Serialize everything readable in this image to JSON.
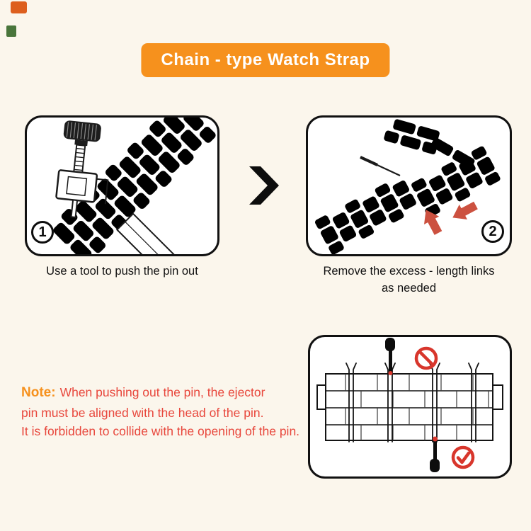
{
  "title": {
    "text": "Chain - type Watch Strap"
  },
  "steps": [
    {
      "badge": "1",
      "caption_lines": [
        "Use a tool to push the pin out"
      ]
    },
    {
      "badge": "2",
      "caption_lines": [
        "Remove the excess - length links",
        "as needed"
      ]
    }
  ],
  "note": {
    "label": "Note:",
    "line1": "When pushing out the pin, the ejector",
    "line2": "pin must be aligned with the head of the pin.",
    "line3": "It is forbidden to collide with the opening of the pin."
  },
  "icons": {
    "next_step": "right-chevron",
    "step1_badge": "circled-1",
    "step2_badge": "circled-2",
    "prohibition": "no-symbol-circle-slash",
    "correct": "check-circle",
    "remove_direction": "red-arrow"
  },
  "colors": {
    "background": "#FBF6EC",
    "banner_orange": "#F6911D",
    "note_red": "#E8473C",
    "arrow_red": "#CC5140",
    "icon_red": "#D8362C",
    "line_black": "#111111"
  }
}
